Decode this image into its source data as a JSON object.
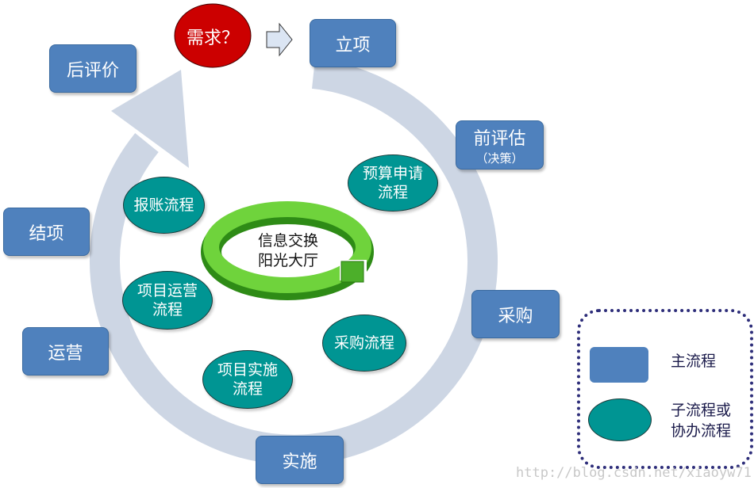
{
  "demand": "需求？",
  "main_steps": {
    "lixiang": "立项",
    "qianpinggu": "前评估",
    "qianpinggu_sub": "（决策）",
    "caigou": "采购",
    "shishi": "实施",
    "yunying": "运营",
    "jiexiang": "结项",
    "houpingjia": "后评价"
  },
  "sub_processes": {
    "baozhang": [
      "报账流程"
    ],
    "yusuan": [
      "预算申请",
      "流程"
    ],
    "xiangmu_yunying": [
      "项目运营",
      "流程"
    ],
    "caigou": [
      "采购流程"
    ],
    "xiangmu_shishi": [
      "项目实施",
      "流程"
    ]
  },
  "center": [
    "信息交换",
    "阳光大厅"
  ],
  "legend": {
    "main": "主流程",
    "sub_line1": "子流程或",
    "sub_line2": "协办流程"
  },
  "watermark": "http://blog.csdn.net/xiaoyw71",
  "colors": {
    "main": "#4f81bd",
    "sub": "#009593",
    "ring": "#cdd6e4",
    "demand": "#cc0000"
  }
}
